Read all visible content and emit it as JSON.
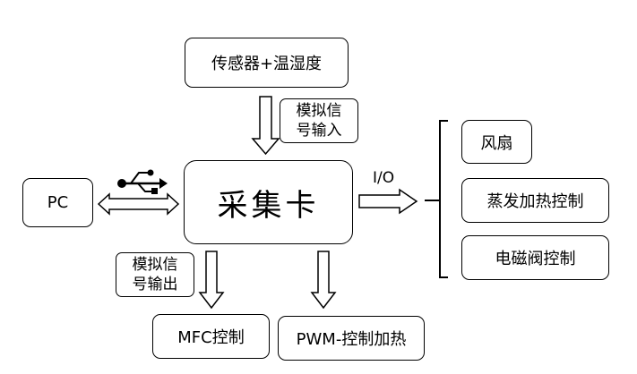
{
  "nodes": {
    "sensor": "传感器+温湿度",
    "acq_card": "采集卡",
    "pc": "PC",
    "fan": "风扇",
    "evap_heat": "蒸发加热控制",
    "solenoid": "电磁阀控制",
    "mfc": "MFC控制",
    "pwm": "PWM-控制加热"
  },
  "edge_labels": {
    "analog_in_line1": "模拟信",
    "analog_in_line2": "号输入",
    "analog_out_line1": "模拟信",
    "analog_out_line2": "号输出",
    "io": "I/O"
  },
  "icons": {
    "usb": "usb-icon"
  }
}
